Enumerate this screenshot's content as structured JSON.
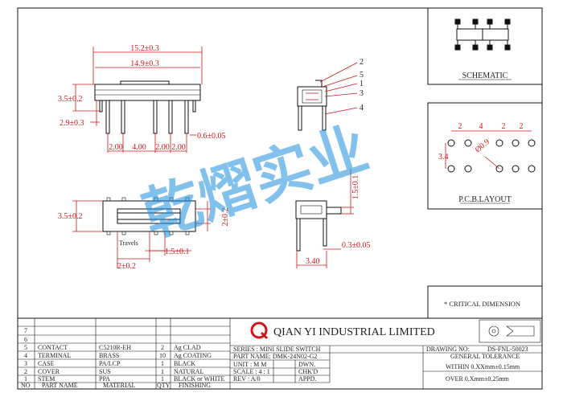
{
  "dims": {
    "d1": "15.2±0.3",
    "d2": "14.9±0.3",
    "d3": "3.5±0.2",
    "d4": "2.9±0.3",
    "d5": "2.00",
    "d6": "4.00",
    "d7": "2.00",
    "d8": "2.00",
    "d9": "0.6±0.05",
    "d10": "3.5±0.2",
    "d11": "2±0.2",
    "d12": "1.5±0.1",
    "d13": "2±0.2",
    "d14": "1.5±0.1",
    "d15": "0.3±0.05",
    "d16": "3.40",
    "travels": "Travels"
  },
  "callouts": [
    "2",
    "5",
    "1",
    "3",
    "4"
  ],
  "schematic_label": "SCHEMATIC",
  "pcb": {
    "label": "P.C.B.LAYOUT",
    "top": [
      "2",
      "4",
      "2",
      "2"
    ],
    "side": "3.4",
    "hole": "Ø0.9"
  },
  "critical": "* CRITICAL  DIMENSION",
  "watermark": "乾熠实业",
  "company": "QIAN YI INDUSTRIAL LIMITED",
  "bom": {
    "rows": [
      [
        "7",
        "",
        "",
        "",
        ""
      ],
      [
        "6",
        "",
        "",
        "",
        ""
      ],
      [
        "5",
        "CONTACT",
        "C5210R-EH",
        "2",
        "Ag  CLAD"
      ],
      [
        "4",
        "TERMINAL",
        "BRASS",
        "10",
        "Ag  COATING"
      ],
      [
        "3",
        "CASE",
        "PA/LCP",
        "1",
        "BLACK"
      ],
      [
        "2",
        "COVER",
        "SUS",
        "1",
        "NATURAL"
      ],
      [
        "1",
        "STEM",
        "PPA",
        "1",
        "BLACK or WHITE"
      ]
    ],
    "header": [
      "NO",
      "PART NAME",
      "MATERIAL",
      "QTY",
      "FINISHING"
    ]
  },
  "title_block": {
    "series": "SERIES : MINI SLIDE SWITCH",
    "part": "PART NAME: DMK-24N02-G2",
    "unit": "UNIT : M M",
    "scale": "SCALE : 4 : 1",
    "rev": "REV  : A/0",
    "dwn": "DWN.",
    "chkd": "CHK'D",
    "appd": "APPD.",
    "drawing_no_label": "DRAWING NO:",
    "drawing_no": "DS-FNL-50023",
    "tol_title": "GENERAL TOLERANCE",
    "tol1": "WITHIN 0.XXmm±0.15mm",
    "tol2": "OVER   0.Xmm±0.25mm"
  }
}
